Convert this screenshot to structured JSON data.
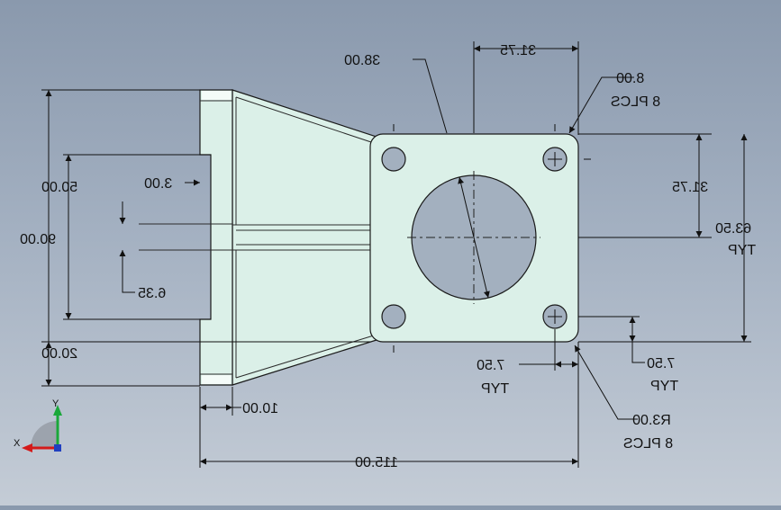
{
  "dimensions": {
    "top_width": "38.00",
    "top_offset": "31.75",
    "hole_dia": "8.00",
    "hole_dia_note": "8 PLCS",
    "left_height": "90.00",
    "left_upper": "50.00",
    "tab_depth": "3.00",
    "slot_width": "6.35",
    "left_lower": "20.00",
    "right_vertical": "31.75",
    "square_height": "63.50",
    "square_height_note": "TYP",
    "corner_offset_y": "7.50",
    "corner_offset_y_note": "TYP",
    "corner_offset_x": "7.50",
    "corner_offset_x_note": "TYP",
    "corner_radius": "R3.00",
    "corner_radius_note": "8 PLCS",
    "flange_width": "10.00",
    "overall_width": "115.00"
  },
  "triad": {
    "x_label": "X",
    "y_label": "Y",
    "x_color": "#d41a1a",
    "y_color": "#1aa83a",
    "z_color": "#2040c0"
  }
}
